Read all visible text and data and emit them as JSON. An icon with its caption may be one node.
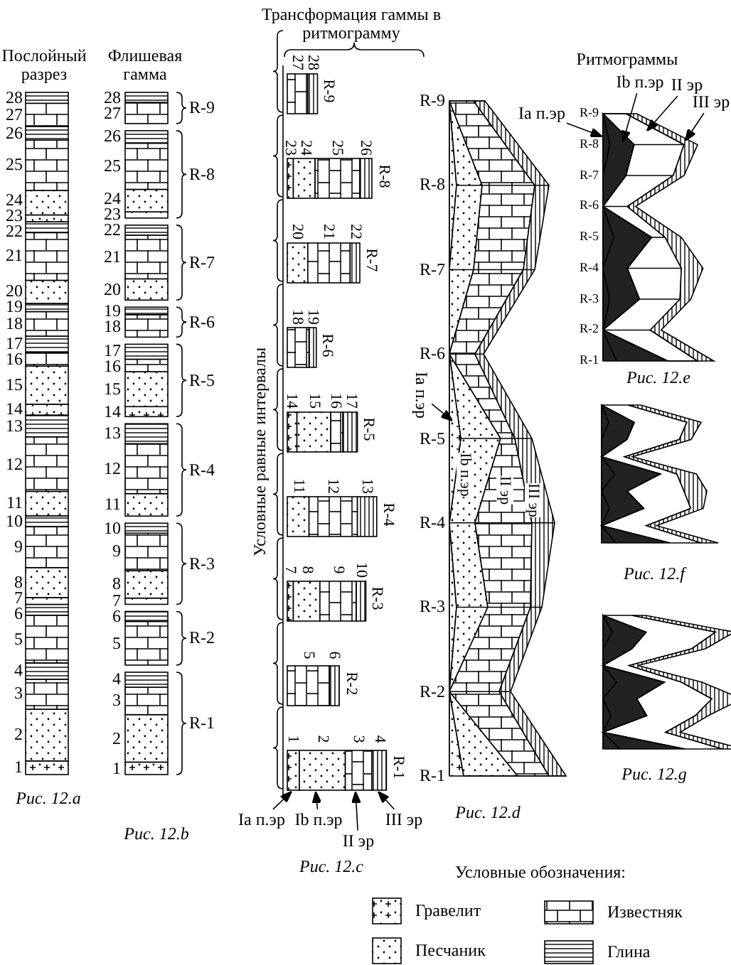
{
  "diagram": {
    "nodes": [
      {
        "text": [
          "Ia п.эр"
        ]
      },
      {
        "text": [
          "Ib п.эр"
        ]
      },
      {
        "text": [
          "II эр"
        ]
      },
      {
        "text": [
          "III эр"
        ]
      },
      {
        "text": [
          "Ia п.эр"
        ]
      },
      {
        "text": [
          "Ia п.эр"
        ]
      },
      {
        "text": [
          "Ib п.эр"
        ]
      },
      {
        "text": [
          "II эр"
        ]
      },
      {
        "text": [
          "III эр"
        ]
      },
      {
        "text": [],
        "shape": "polygon"
      },
      {
        "text": [],
        "shape": "polygon"
      },
      {
        "text": [],
        "shape": "polygon"
      },
      {
        "text": [],
        "shape": "polygon"
      },
      {
        "text": [],
        "shape": "polygon"
      },
      {
        "text": [],
        "shape": "bar"
      },
      {
        "text": [],
        "shape": "bar"
      },
      {
        "text": [],
        "shape": "bar"
      },
      {
        "text": [],
        "shape": "bar"
      }
    ],
    "edges": [
      {
        "from": 0,
        "to": 9,
        "arrow": "to"
      },
      {
        "from": 1,
        "to": 10,
        "arrow": "to"
      },
      {
        "from": 2,
        "to": 11,
        "arrow": "to"
      },
      {
        "from": 3,
        "to": 12,
        "arrow": "to"
      },
      {
        "from": 4,
        "to": 13,
        "arrow": "to"
      },
      {
        "from": 5,
        "to": 14,
        "arrow": "to"
      },
      {
        "from": 6,
        "to": 15,
        "arrow": "to"
      },
      {
        "from": 7,
        "to": 16,
        "arrow": "to"
      },
      {
        "from": 8,
        "to": 17,
        "arrow": "to"
      }
    ],
    "labels": [
      "Трансформация гаммы в ритмограмму",
      "Ритмограммы",
      "Послойный разрез",
      "Флишевая гамма",
      "28",
      "27",
      "26",
      "25",
      "24",
      "23",
      "22",
      "21",
      "20",
      "19",
      "18",
      "17",
      "16",
      "15",
      "14",
      "13",
      "12",
      "11",
      "10",
      "9",
      "8",
      "7",
      "6",
      "5",
      "4",
      "3",
      "2",
      "1",
      "28",
      "27",
      "26",
      "25",
      "24",
      "23",
      "22",
      "21",
      "20",
      "19",
      "18",
      "17",
      "16",
      "15",
      "14",
      "13",
      "12",
      "11",
      "10",
      "9",
      "8",
      "7",
      "6",
      "5",
      "4",
      "3",
      "2",
      "1",
      "R-9",
      "R-8",
      "R-7",
      "R-6",
      "R-5",
      "R-4",
      "R-3",
      "R-2",
      "R-1",
      "Условные равные интервалы",
      "28",
      "27",
      "26",
      "25",
      "24",
      "23",
      "22",
      "21",
      "20",
      "19",
      "18",
      "17",
      "16",
      "15",
      "14",
      "13",
      "12",
      "11",
      "10",
      "9",
      "8",
      "7",
      "6",
      "5",
      "4",
      "3",
      "2",
      "1",
      "R-9",
      "R-8",
      "R-7",
      "R-6",
      "R-5",
      "R-4",
      "R-3",
      "R-2",
      "R-1",
      "R-9",
      "R-8",
      "R-7",
      "R-6",
      "R-5",
      "R-4",
      "R-3",
      "R-2",
      "R-1",
      "Ib п.эр",
      "II эр",
      "III эр",
      "R-9",
      "R-8",
      "R-7",
      "R-6",
      "R-5",
      "R-4",
      "R-3",
      "R-2",
      "R-1",
      "Рис. 12.a",
      "Рис. 12.b",
      "Рис. 12.c",
      "Рис. 12.d",
      "Рис. 12.e",
      "Рис. 12.f",
      "Рис. 12.g",
      "Условные обозначения:"
    ],
    "legend": [
      {
        "text": "Гравелит"
      },
      {
        "text": "Известняк"
      },
      {
        "text": "Песчаник"
      },
      {
        "text": "Глина"
      }
    ]
  }
}
